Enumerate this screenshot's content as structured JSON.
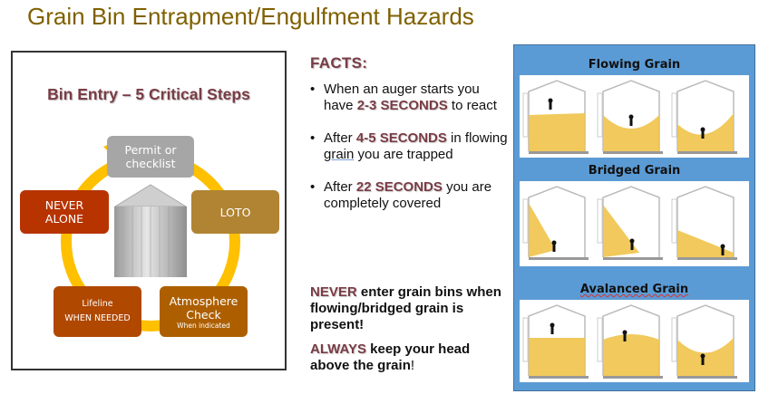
{
  "title": "Grain Bin Entrapment/Engulfment Hazards",
  "diagram": {
    "title": "Bin Entry – 5 Critical Steps",
    "steps": {
      "permit": {
        "line1": "Permit or",
        "line2": "checklist",
        "color": "#a6a6a6"
      },
      "loto": {
        "label": "LOTO",
        "color": "#b08432"
      },
      "atmosphere": {
        "line1": "Atmosphere",
        "line2": "Check",
        "note": "When indicated",
        "color": "#ad5f00"
      },
      "lifeline": {
        "line1": "Lifeline",
        "line2": "WHEN NEEDED",
        "color": "#b04800"
      },
      "never_alone": {
        "line1": "NEVER",
        "line2": "ALONE",
        "color": "#b73400"
      }
    },
    "ring_color": "#ffc000"
  },
  "facts": {
    "heading": "FACTS:",
    "items": [
      {
        "pre": "When an auger starts you have ",
        "bold": "2-3 SECONDS",
        "post": " to react"
      },
      {
        "pre": "After ",
        "bold": "4-5 SECONDS",
        "mid": " in flowing ",
        "underlined": "grain",
        "post": " you are trapped"
      },
      {
        "pre": "After ",
        "bold": "22 SECONDS",
        "post": " you are completely covered"
      }
    ],
    "warning1": {
      "bold": "NEVER",
      "text": " enter grain bins when flowing/bridged grain is present!"
    },
    "warning2": {
      "bold": "ALWAYS",
      "text": " keep your head above the grain",
      "end": "!"
    }
  },
  "hazards": {
    "sections": [
      {
        "title": "Flowing Grain"
      },
      {
        "title": "Bridged Grain"
      },
      {
        "title": "Avalanced Grain"
      }
    ],
    "grain_color": "#f0c34a",
    "panel_color": "#5b9bd5"
  }
}
